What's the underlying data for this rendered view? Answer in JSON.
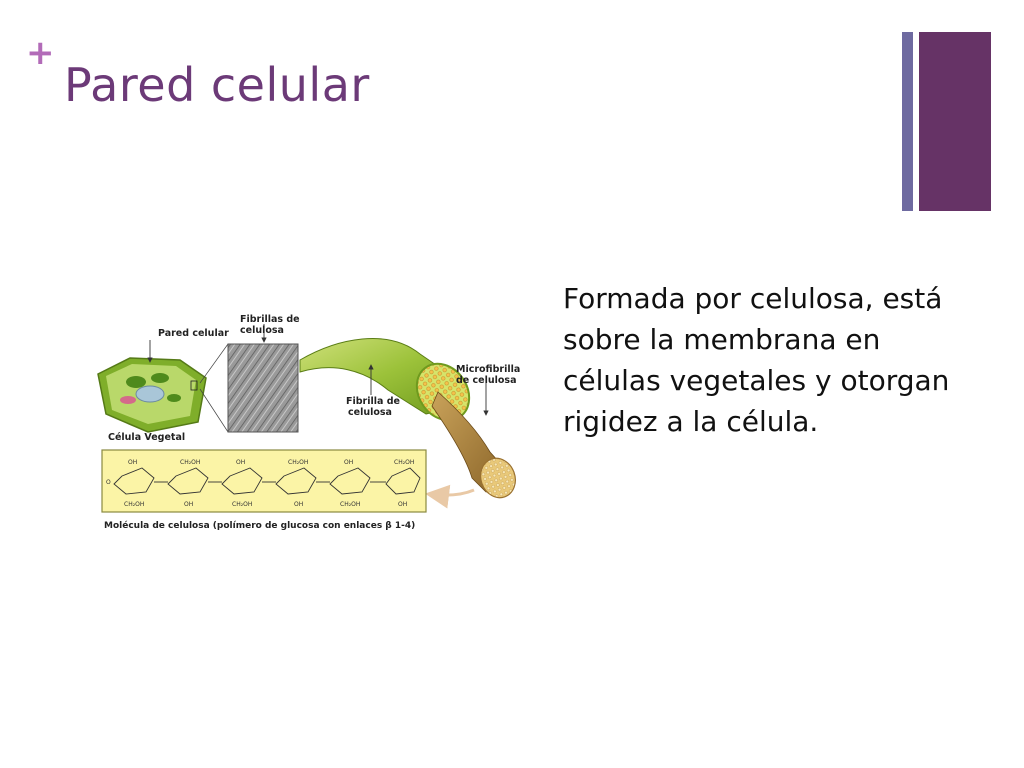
{
  "slide": {
    "plus_mark": "+",
    "title": "Pared celular",
    "body": "Formada por celulosa, está sobre la membrana en células vegetales y otorgan rigidez a la célula."
  },
  "diagram": {
    "labels": {
      "pared_celular": "Pared celular",
      "fibrillas_1": "Fibrillas de",
      "fibrillas_2": "celulosa",
      "microfibrilla_1": "Microfibrilla",
      "microfibrilla_2": "de celulosa",
      "fibrilla_1": "Fibrilla de",
      "fibrilla_2": "celulosa",
      "celula_vegetal": "Célula Vegetal",
      "molecula_caption": "Molécula de celulosa (polímero de glucosa con enlaces β 1-4)"
    }
  },
  "colors": {
    "title": "#6c3a78",
    "plus": "#b26bb8",
    "bar_thin": "#6e6aa0",
    "bar_thick": "#663366",
    "molecule_panel": "#fbf4a6"
  }
}
